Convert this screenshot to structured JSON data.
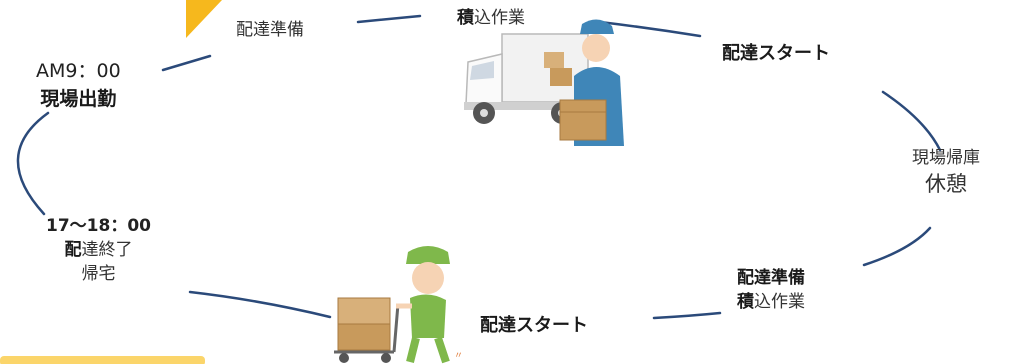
{
  "colors": {
    "connector": "#2b4a7a",
    "accent_yellow": "#f6b81d",
    "box": "#c89a5c",
    "truck": "#f2f2f2",
    "uniform": "#3f86b8",
    "cart_uniform": "#7fb84b"
  },
  "steps": {
    "start": {
      "time": "AM9：00",
      "label": "現場出勤"
    },
    "prep1": {
      "label": "配達準備"
    },
    "load1": {
      "bold_char": "積",
      "rest": "込作業"
    },
    "deliver1": {
      "label": "配達スタート"
    },
    "return": {
      "line1": "現場帰庫",
      "line2": "休憩"
    },
    "prep2": {
      "label": "配達準備",
      "bold_char": "積",
      "rest": "込作業"
    },
    "deliver2": {
      "label": "配達スタート"
    },
    "end": {
      "time": "17〜18：00",
      "bold_char": "配",
      "rest": "達終了",
      "line3": "帰宅"
    }
  },
  "icons": [
    "truck-worker-icon",
    "cart-worker-icon"
  ]
}
